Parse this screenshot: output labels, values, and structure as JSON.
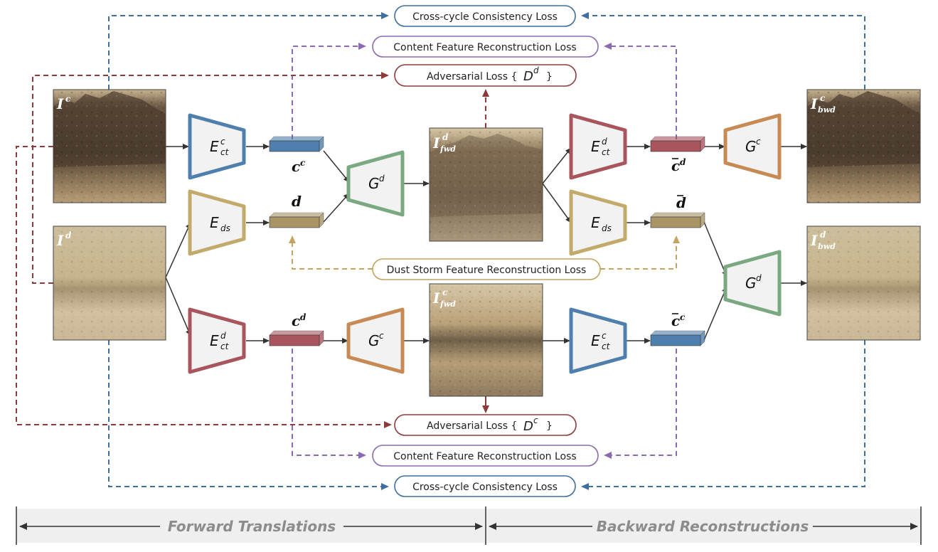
{
  "losses": {
    "cross_cycle_top": "Cross-cycle Consistency Loss",
    "content_top": "Content Feature Reconstruction Loss",
    "adv_top_prefix": "Adversarial Loss {",
    "adv_top_disc": "D",
    "adv_top_sup": "d",
    "adv_top_suffix": "}",
    "dust_storm": "Dust Storm Feature Reconstruction Loss",
    "adv_bottom_prefix": "Adversarial Loss {",
    "adv_bottom_disc": "D",
    "adv_bottom_sup": "c",
    "adv_bottom_suffix": "}",
    "content_bottom": "Content Feature Reconstruction Loss",
    "cross_cycle_bottom": "Cross-cycle Consistency Loss"
  },
  "images": {
    "ic": {
      "base": "I",
      "sup": "c",
      "sub": ""
    },
    "id": {
      "base": "I",
      "sup": "d",
      "sub": ""
    },
    "ifwd_d": {
      "base": "I",
      "sup": "d",
      "sub": "fwd"
    },
    "ifwd_c": {
      "base": "I",
      "sup": "c",
      "sub": "fwd"
    },
    "ibwd_c": {
      "base": "I",
      "sup": "c",
      "sub": "bwd"
    },
    "ibwd_d": {
      "base": "I",
      "sup": "d",
      "sub": "bwd"
    }
  },
  "modules": {
    "e_ct_c_1": {
      "base": "E",
      "sup": "c",
      "sub": "ct",
      "color": "#4f7fad"
    },
    "e_ds_1": {
      "base": "E",
      "sup": "",
      "sub": "ds",
      "color": "#c2aa6a"
    },
    "e_ct_d_1": {
      "base": "E",
      "sup": "d",
      "sub": "ct",
      "color": "#a8555d"
    },
    "g_d_1": {
      "base": "G",
      "sup": "d",
      "sub": "",
      "color": "#7aa880"
    },
    "g_c_1": {
      "base": "G",
      "sup": "c",
      "sub": "",
      "color": "#c88a55"
    },
    "e_ct_d_2": {
      "base": "E",
      "sup": "d",
      "sub": "ct",
      "color": "#a8555d"
    },
    "e_ds_2": {
      "base": "E",
      "sup": "",
      "sub": "ds",
      "color": "#c2aa6a"
    },
    "e_ct_c_2": {
      "base": "E",
      "sup": "c",
      "sub": "ct",
      "color": "#4f7fad"
    },
    "g_c_2": {
      "base": "G",
      "sup": "c",
      "sub": "",
      "color": "#c88a55"
    },
    "g_d_2": {
      "base": "G",
      "sup": "d",
      "sub": "",
      "color": "#7aa880"
    }
  },
  "features": {
    "cc": {
      "base": "c",
      "sup": "c",
      "bar": false
    },
    "d": {
      "base": "d",
      "sup": "",
      "bar": false
    },
    "cd": {
      "base": "c",
      "sup": "d",
      "bar": false
    },
    "cbar_d": {
      "base": "c",
      "sup": "d",
      "bar": true
    },
    "dbar": {
      "base": "d",
      "sup": "",
      "bar": true
    },
    "cbar_c": {
      "base": "c",
      "sup": "c",
      "bar": true
    }
  },
  "footer": {
    "forward": "Forward Translations",
    "backward": "Backward Reconstructions"
  },
  "colors": {
    "blue": "#3f6f9e",
    "purple": "#8a6bb0",
    "red": "#8c3b3b",
    "gold": "#c4a460",
    "arrow": "#333333"
  }
}
